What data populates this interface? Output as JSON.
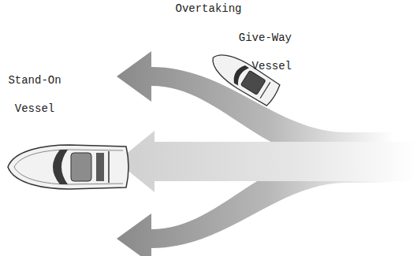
{
  "diagram": {
    "title": "Overtaking",
    "labels": [
      "Give-Way Vessel",
      "Stand-On Vessel"
    ]
  }
}
